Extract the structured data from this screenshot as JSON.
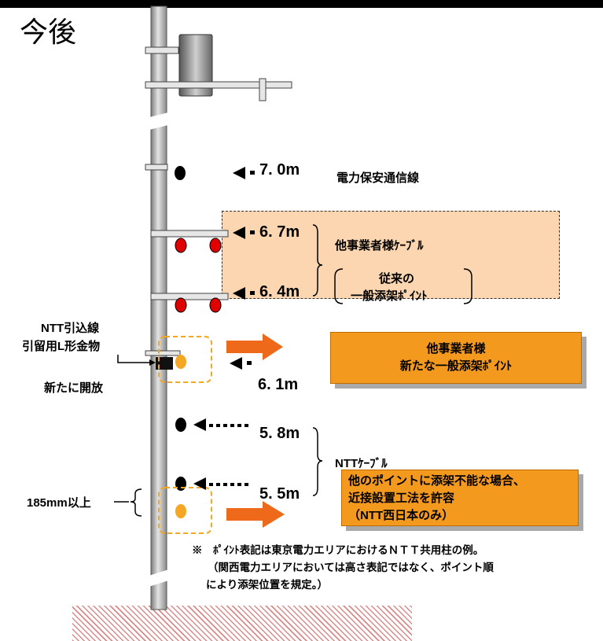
{
  "title": "今後",
  "heights": {
    "h70": "7. 0m",
    "h67": "6. 7m",
    "h64": "6. 4m",
    "h61": "6. 1m",
    "h58": "5. 8m",
    "h55": "5. 5m"
  },
  "labels": {
    "power_safety_line": "電力保安通信線",
    "other_operator_cable": "他事業者様ｹｰﾌﾞﾙ",
    "conventional_line1": "従来の",
    "conventional_line2": "一般添架ﾎﾟｲﾝﾄ",
    "ntt_dropwire_line1": "NTT引込線",
    "ntt_dropwire_line2": "引留用L形金物",
    "newly_opened": "新たに開放",
    "ntt_cable": "NTTｹｰﾌﾞﾙ",
    "clearance": "185mm以上"
  },
  "callouts": {
    "new_point_line1": "他事業者様",
    "new_point_line2": "新たな一般添架ﾎﾟｲﾝﾄ",
    "proximity_line1": "他のポイントに添架不能な場合、",
    "proximity_line2": "近接設置工法を許容",
    "proximity_line3": "（NTT西日本のみ）"
  },
  "note": {
    "line1": "※　ﾎﾟｲﾝﾄ表記は東京電力エリアにおけるＮＴＴ共用柱の例。",
    "line2": "（関西電力エリアにおいては高さ表記ではなく、ポイント順",
    "line3": "により添架位置を規定。）"
  },
  "colors": {
    "zone_fill": "#fbd6b0",
    "callout_fill": "#f39a1e",
    "arrow": "#ee6a1a",
    "red_cable": "#e00000",
    "orange_point": "#f5a623"
  }
}
